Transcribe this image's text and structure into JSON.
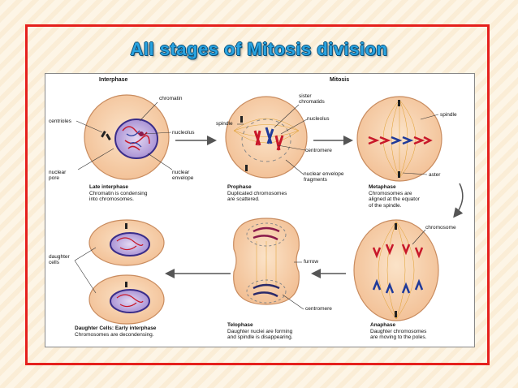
{
  "title": "All stages of Mitosis division",
  "headers": {
    "interphase": "Interphase",
    "mitosis": "Mitosis"
  },
  "labels": {
    "chromatin": "chromatin",
    "centrioles": "centrioles",
    "nucleolus_1": "nucleolus",
    "nuclear_pore": "nuclear\npore",
    "nuclear_envelope": "nuclear\nenvelope",
    "sister_chromatids": "sister\nchromatids",
    "spindle_1": "spindle",
    "nucleolus_2": "nucleolus",
    "centromere_1": "centromere",
    "nuclear_envelope_fragments": "nuclear envelope\nfragments",
    "spindle_2": "spindle",
    "aster": "aster",
    "chromosome": "chromosome",
    "daughter_cells": "daughter\ncells",
    "furrow": "furrow",
    "centromere_2": "centromere"
  },
  "captions": {
    "late_interphase": {
      "title": "Late interphase",
      "text": "Chromatin is condensing\ninto chromosomes."
    },
    "prophase": {
      "title": "Prophase",
      "text": "Duplicated chromosomes\nare scattered."
    },
    "metaphase": {
      "title": "Metaphase",
      "text": "Chromosomes are\naligned at the equator\nof the spindle."
    },
    "anaphase": {
      "title": "Anaphase",
      "text": "Daughter chromosomes\nare moving to the poles."
    },
    "telophase": {
      "title": "Telophase",
      "text": "Daughter nuclei are forming\nand spindle is disappearing."
    },
    "daughter": {
      "title": "Daughter Cells: Early interphase",
      "text": "Chromosomes are decondensing."
    }
  },
  "colors": {
    "title": "#2aa3e0",
    "frame": "#e5201d",
    "cell": "#f7cfa8",
    "cell_edge": "#c98c5f",
    "chrom_red": "#c8182a",
    "chrom_blue": "#1f3a9a",
    "nucleus": "#c8b6e6",
    "spindle": "#e0a030"
  }
}
